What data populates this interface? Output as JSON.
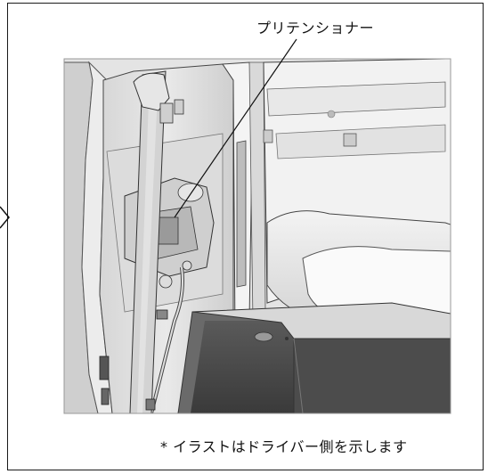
{
  "labels": {
    "callout": "プリテンショナー",
    "caption": "* イラストはドライバー側を示します"
  },
  "icons": {
    "figure": "seatbelt-pretensioner-illustration"
  }
}
